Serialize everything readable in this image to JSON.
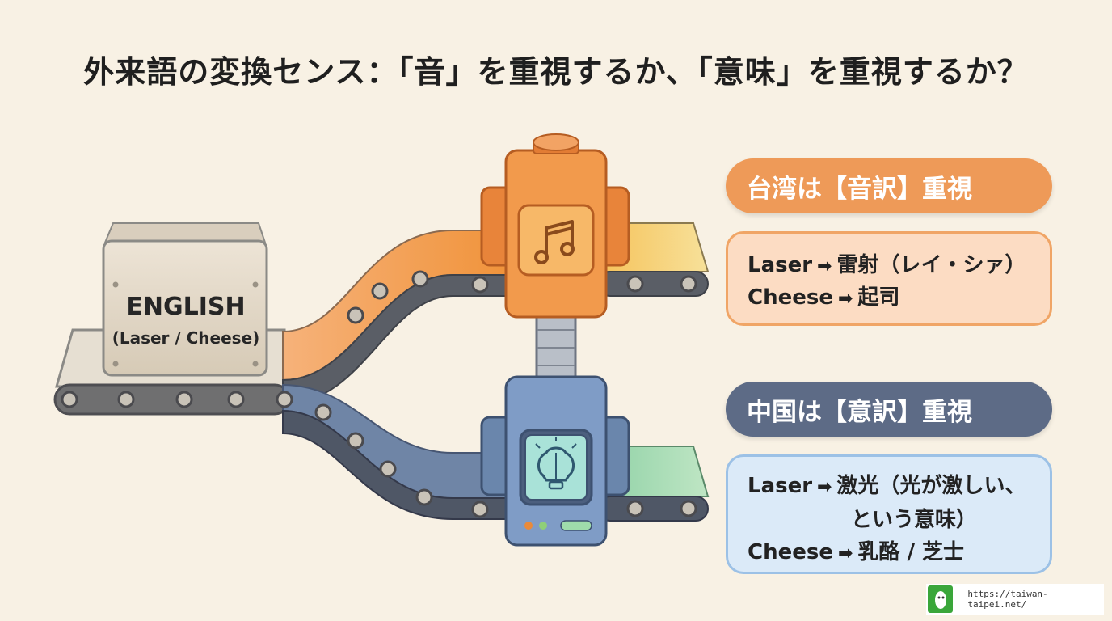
{
  "title": "外来語の変換センス：「音」を重視するか、「意味」を重視するか？",
  "input_box": {
    "label": "ENGLISH",
    "sublabel": "(Laser / Cheese)"
  },
  "top_machine": {
    "icon": "music-note-icon"
  },
  "bottom_machine": {
    "icon": "brain-lightbulb-icon"
  },
  "taiwan": {
    "heading": "台湾は【音訳】重視",
    "rows": [
      {
        "en": "Laser",
        "arrow": "➡",
        "zh": "雷射（レイ・シァ）"
      },
      {
        "en": "Cheese",
        "arrow": "➡",
        "zh": "起司"
      }
    ]
  },
  "china": {
    "heading": "中国は【意訳】重視",
    "rows": [
      {
        "en": "Laser",
        "arrow": "➡",
        "zh": "激光（光が激しい、",
        "cont": "という意味）"
      },
      {
        "en": "Cheese",
        "arrow": "➡",
        "zh": "乳酪 / 芝士"
      }
    ]
  },
  "footer": {
    "url": "https://taiwan-taipei.net/"
  },
  "colors": {
    "background": "#f8f1e4",
    "orange": "#ee9a58",
    "blue": "#5d6b86",
    "green_belt": "#a8dcb4",
    "yellow_belt": "#f7d77a"
  }
}
